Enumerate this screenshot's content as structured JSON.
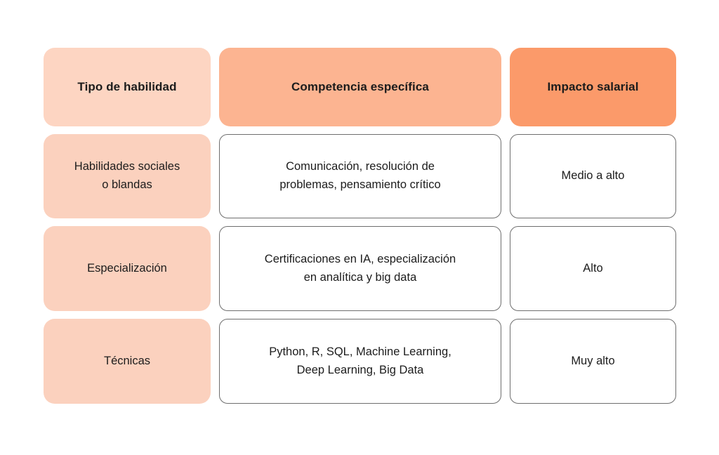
{
  "colors": {
    "page_bg": "#ffffff",
    "header_tipo_bg": "#fdd5c2",
    "header_competencia_bg": "#fcb491",
    "header_impacto_bg": "#fb9a6a",
    "row_label_bg": "#fbd1be",
    "value_cell_bg": "#ffffff",
    "value_cell_border": "#6e6e6e",
    "text": "#1c1c1c"
  },
  "table": {
    "headers": [
      {
        "label": "Tipo de habilidad"
      },
      {
        "label": "Competencia específica"
      },
      {
        "label": "Impacto salarial"
      }
    ],
    "rows": [
      {
        "tipo": "Habilidades sociales\no blandas",
        "competencia": "Comunicación, resolución de\nproblemas, pensamiento crítico",
        "impacto": "Medio a alto"
      },
      {
        "tipo": "Especialización",
        "competencia": "Certificaciones en IA, especialización\nen analítica y big data",
        "impacto": "Alto"
      },
      {
        "tipo": "Técnicas",
        "competencia": "Python, R, SQL, Machine Learning,\nDeep Learning, Big Data",
        "impacto": "Muy alto"
      }
    ]
  },
  "chart_data": {
    "type": "table",
    "title": "",
    "columns": [
      "Tipo de habilidad",
      "Competencia específica",
      "Impacto salarial"
    ],
    "rows": [
      [
        "Habilidades sociales o blandas",
        "Comunicación, resolución de problemas, pensamiento crítico",
        "Medio a alto"
      ],
      [
        "Especialización",
        "Certificaciones en IA, especialización en analítica y big data",
        "Alto"
      ],
      [
        "Técnicas",
        "Python, R, SQL, Machine Learning, Deep Learning, Big Data",
        "Muy alto"
      ]
    ]
  }
}
